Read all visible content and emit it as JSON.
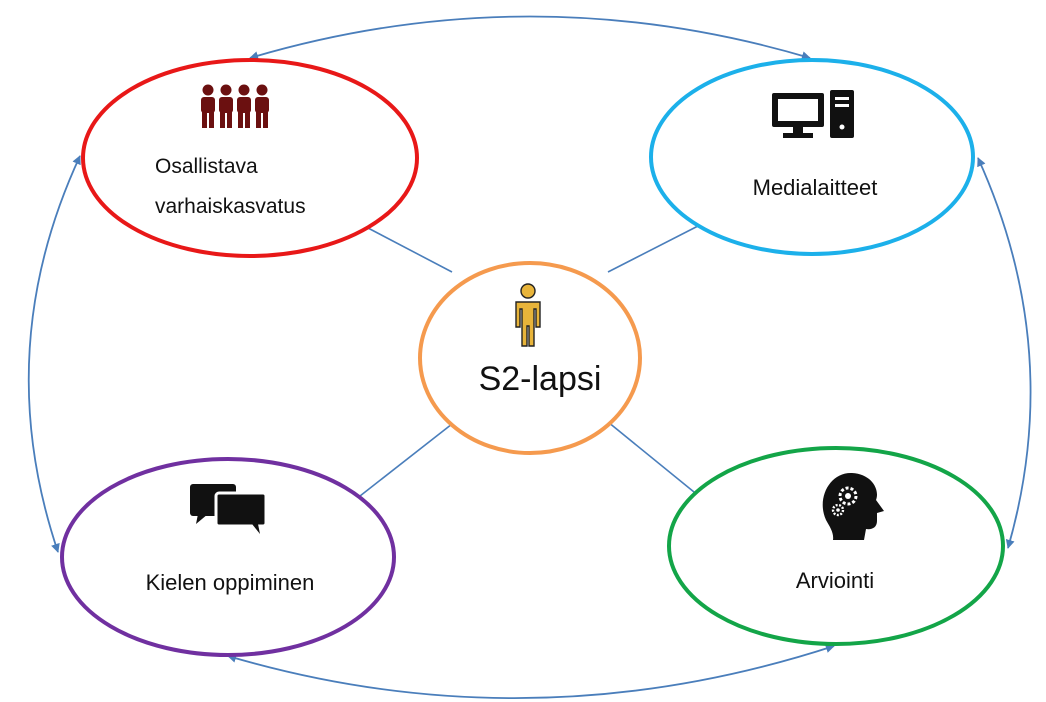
{
  "center": {
    "label": "S2-lapsi",
    "color": "#F59A4E",
    "icon": "person-icon"
  },
  "nodes": {
    "osallistava": {
      "label_line1": "Osallistava",
      "label_line2": "varhaiskasvatus",
      "color": "#E81818",
      "icon": "group-of-people-icon"
    },
    "medialaitteet": {
      "label": "Medialaitteet",
      "color": "#1CB0EA",
      "icon": "computer-icon"
    },
    "kielen_oppiminen": {
      "label": "Kielen oppiminen",
      "color": "#7030A0",
      "icon": "speech-bubbles-icon"
    },
    "arviointi": {
      "label": "Arviointi",
      "color": "#13A548",
      "icon": "head-with-gears-icon"
    }
  },
  "arrow_color": "#4A7EBB",
  "icon_colors": {
    "people": "#6B1010",
    "person": "#E8B43A",
    "dark": "#111111"
  }
}
